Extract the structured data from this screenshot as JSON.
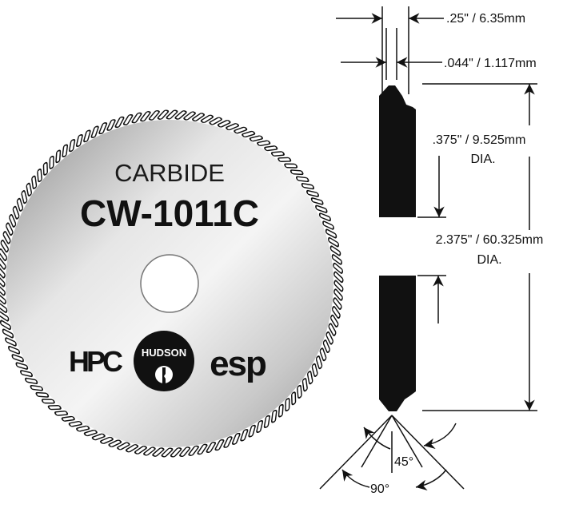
{
  "wheel": {
    "material": "CARBIDE",
    "model": "CW-1011C",
    "logos": [
      "HPC",
      "HUDSON",
      "esp"
    ]
  },
  "dimensions": {
    "thickness_outer": ".25\" / 6.35mm",
    "thickness_edge": ".044\" / 1.117mm",
    "hole_dia": ".375\" / 9.525mm",
    "hole_dia_suffix": "DIA.",
    "outer_dia": "2.375\" / 60.325mm",
    "outer_dia_suffix": "DIA.",
    "angle_inner": "45°",
    "angle_outer": "90°"
  }
}
